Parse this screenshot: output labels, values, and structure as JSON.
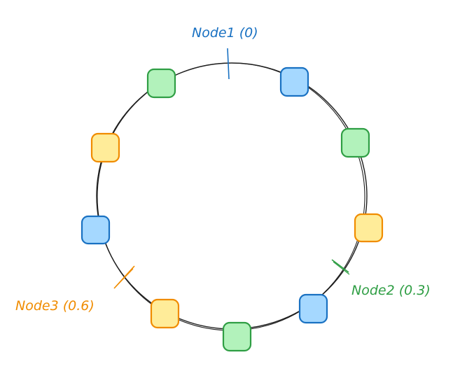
{
  "colors": {
    "ring": "#1e1e1e",
    "blue_stroke": "#1971c2",
    "blue_fill": "#a5d8ff",
    "green_stroke": "#2f9e44",
    "green_fill": "#b2f2bb",
    "orange_stroke": "#f08c00",
    "orange_fill": "#ffec99"
  },
  "nodes": [
    {
      "label": "Node1 (0)",
      "position": 0,
      "color": "blue"
    },
    {
      "label": "Node2 (0.3)",
      "position": 0.3,
      "color": "green"
    },
    {
      "label": "Node3 (0.6)",
      "position": 0.6,
      "color": "orange"
    }
  ],
  "virtual_nodes": [
    {
      "color": "blue",
      "icon": "blue-square"
    },
    {
      "color": "green",
      "icon": "green-square"
    },
    {
      "color": "orange",
      "icon": "orange-square"
    },
    {
      "color": "blue",
      "icon": "blue-square"
    },
    {
      "color": "green",
      "icon": "green-square"
    },
    {
      "color": "orange",
      "icon": "orange-square"
    },
    {
      "color": "blue",
      "icon": "blue-square"
    },
    {
      "color": "orange",
      "icon": "orange-square"
    },
    {
      "color": "green",
      "icon": "green-square"
    }
  ]
}
